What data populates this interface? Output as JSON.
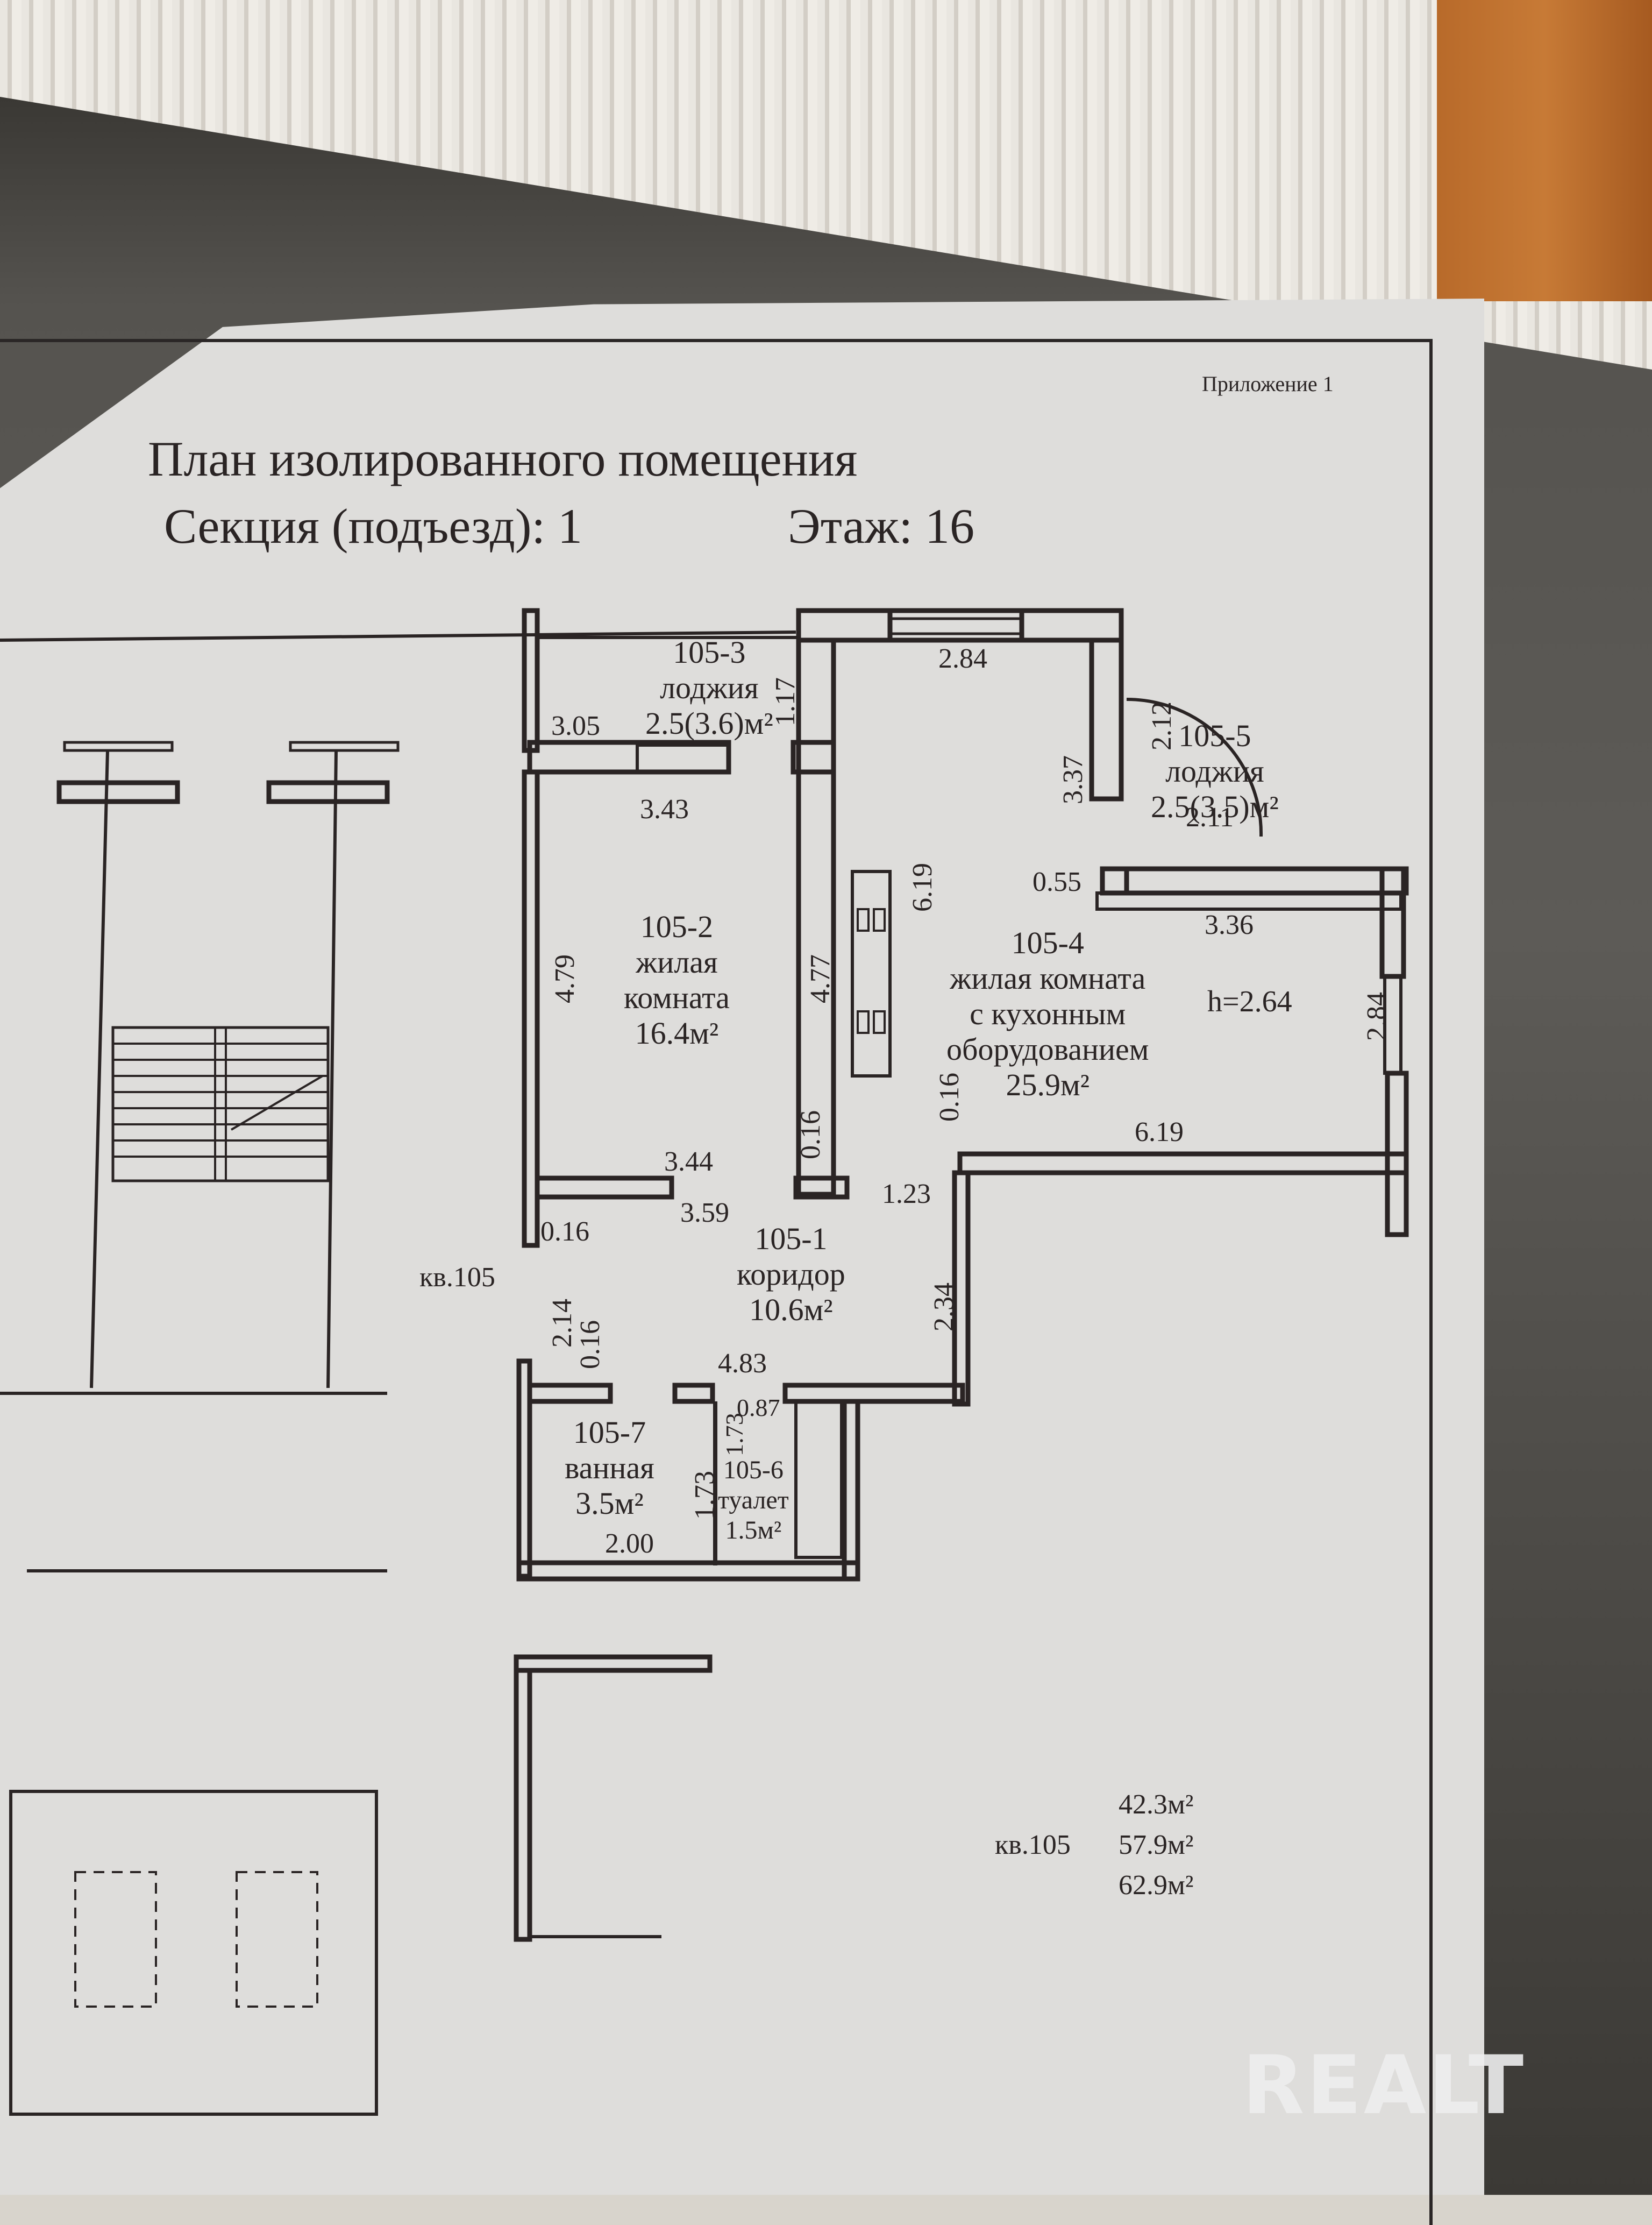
{
  "document": {
    "appendix": "Приложение 1",
    "title": "План изолированного помещения",
    "section_label": "Секция (подъезд): 1",
    "floor_label": "Этаж: 16"
  },
  "rooms": [
    {
      "id": "105-1",
      "name": "коридор",
      "area": "10.6м²"
    },
    {
      "id": "105-2",
      "name": "жилая комната",
      "area": "16.4м²"
    },
    {
      "id": "105-3",
      "name": "лоджия",
      "area": "2.5(3.6)м²"
    },
    {
      "id": "105-4",
      "name": "жилая комната с кухонным оборудованием",
      "area": "25.9м²"
    },
    {
      "id": "105-5",
      "name": "лоджия",
      "area": "2.5(3.5)м²"
    },
    {
      "id": "105-6",
      "name": "туалет",
      "area": "1.5м²"
    },
    {
      "id": "105-7",
      "name": "ванная",
      "area": "3.5м²"
    }
  ],
  "labels": {
    "r1_id": "105-1",
    "r1_name": "коридор",
    "r1_area": "10.6м²",
    "r2_id": "105-2",
    "r2_name1": "жилая",
    "r2_name2": "комната",
    "r2_area": "16.4м²",
    "r3_id": "105-3",
    "r3_name": "лоджия",
    "r3_area": "2.5(3.6)м²",
    "r4_id": "105-4",
    "r4_name1": "жилая комната",
    "r4_name2": "с кухонным",
    "r4_name3": "оборудованием",
    "r4_area": "25.9м²",
    "r5_id": "105-5",
    "r5_name": "лоджия",
    "r5_area": "2.5(3.5)м²",
    "r6_id": "105-6",
    "r6_name": "туалет",
    "r6_area": "1.5м²",
    "r7_id": "105-7",
    "r7_name": "ванная",
    "r7_area": "3.5м²",
    "height": "h=2.64",
    "apartment_tag": "кв.105"
  },
  "dimensions": {
    "d305": "3.05",
    "d117": "1.17",
    "d343": "3.43",
    "d284a": "2.84",
    "d212": "2.12",
    "d337": "3.37",
    "d211": "2.11",
    "d055": "0.55",
    "d336": "3.36",
    "d619a": "6.19",
    "d479": "4.79",
    "d477": "4.77",
    "d284b": "2.84",
    "d016a": "0.16",
    "d016b": "0.16",
    "d619b": "6.19",
    "d344": "3.44",
    "d359": "3.59",
    "d123": "1.23",
    "d016c": "0.16",
    "d214": "2.14",
    "d016d": "0.16",
    "d234": "2.34",
    "d483": "4.83",
    "d087": "0.87",
    "d173a": "1.73",
    "d173b": "1.73",
    "d200": "2.00"
  },
  "summary": {
    "apartment": "кв.105",
    "living_area": "42.3м²",
    "total_area": "57.9м²",
    "total_with_loggias": "62.9м²"
  },
  "watermark": "REALT"
}
